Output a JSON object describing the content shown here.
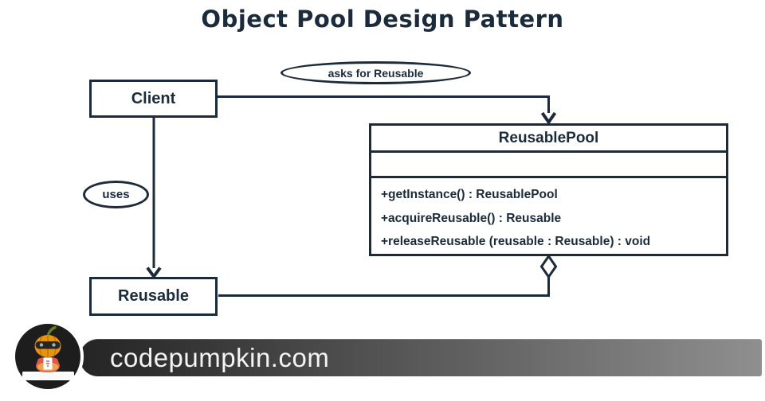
{
  "title": "Object Pool Design Pattern",
  "diagram": {
    "client": {
      "label": "Client"
    },
    "reusable": {
      "label": "Reusable"
    },
    "pool": {
      "title": "ReusablePool",
      "methods": [
        "+getInstance() : ReusablePool",
        "+acquireReusable() : Reusable",
        "+releaseReusable (reusable : Reusable) : void"
      ]
    },
    "labels": {
      "asks": "asks for Reusable",
      "uses": "uses"
    }
  },
  "footer": {
    "site": "codepumpkin.com"
  },
  "colors": {
    "stroke_navy": "#1c2b3b",
    "bar_dark": "#242424",
    "bar_light": "#8f8f8f",
    "badge_bg": "#1d1d1d",
    "pumpkin_orange": "#e89410",
    "shirt_red": "#e25848"
  }
}
